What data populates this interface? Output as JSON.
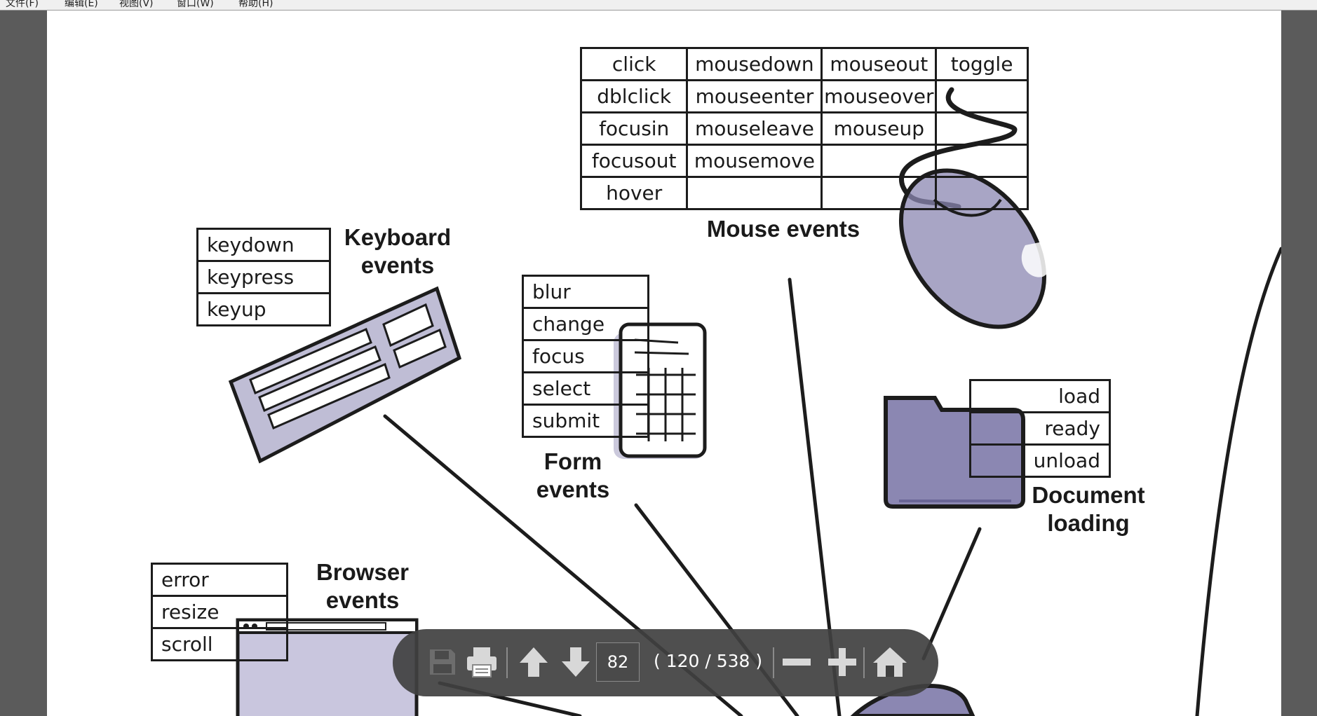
{
  "menu": {
    "items": [
      "文件(F)",
      "编辑(E)",
      "视图(V)",
      "窗口(W)",
      "帮助(H)"
    ]
  },
  "figure": {
    "mouse_table": [
      [
        "click",
        "mousedown",
        "mouseout",
        "toggle"
      ],
      [
        "dblclick",
        "mouseenter",
        "mouseover",
        ""
      ],
      [
        "focusin",
        "mouseleave",
        "mouseup",
        ""
      ],
      [
        "focusout",
        "mousemove",
        "",
        ""
      ],
      [
        "hover",
        "",
        "",
        ""
      ]
    ],
    "mouse_caption": "Mouse events",
    "keyboard_items": [
      "keydown",
      "keypress",
      "keyup"
    ],
    "keyboard_caption": "Keyboard\nevents",
    "form_items": [
      "blur",
      "change",
      "focus",
      "select",
      "submit"
    ],
    "form_caption": "Form\nevents",
    "document_items": [
      "load",
      "ready",
      "unload"
    ],
    "document_caption": "Document\nloading",
    "browser_items": [
      "error",
      "resize",
      "scroll"
    ],
    "browser_caption": "Browser\nevents"
  },
  "toolbar": {
    "page_input": "82",
    "page_count": "( 120 / 538 )",
    "icons": [
      "save-icon",
      "print-icon",
      "arrow-up-icon",
      "arrow-down-icon",
      "zoom-out-icon",
      "zoom-in-icon",
      "home-icon"
    ]
  },
  "colors": {
    "sketch_fill": "#8b87b2",
    "viewer_bg": "#5b5b5b",
    "toolbar_bg": "#404040"
  }
}
